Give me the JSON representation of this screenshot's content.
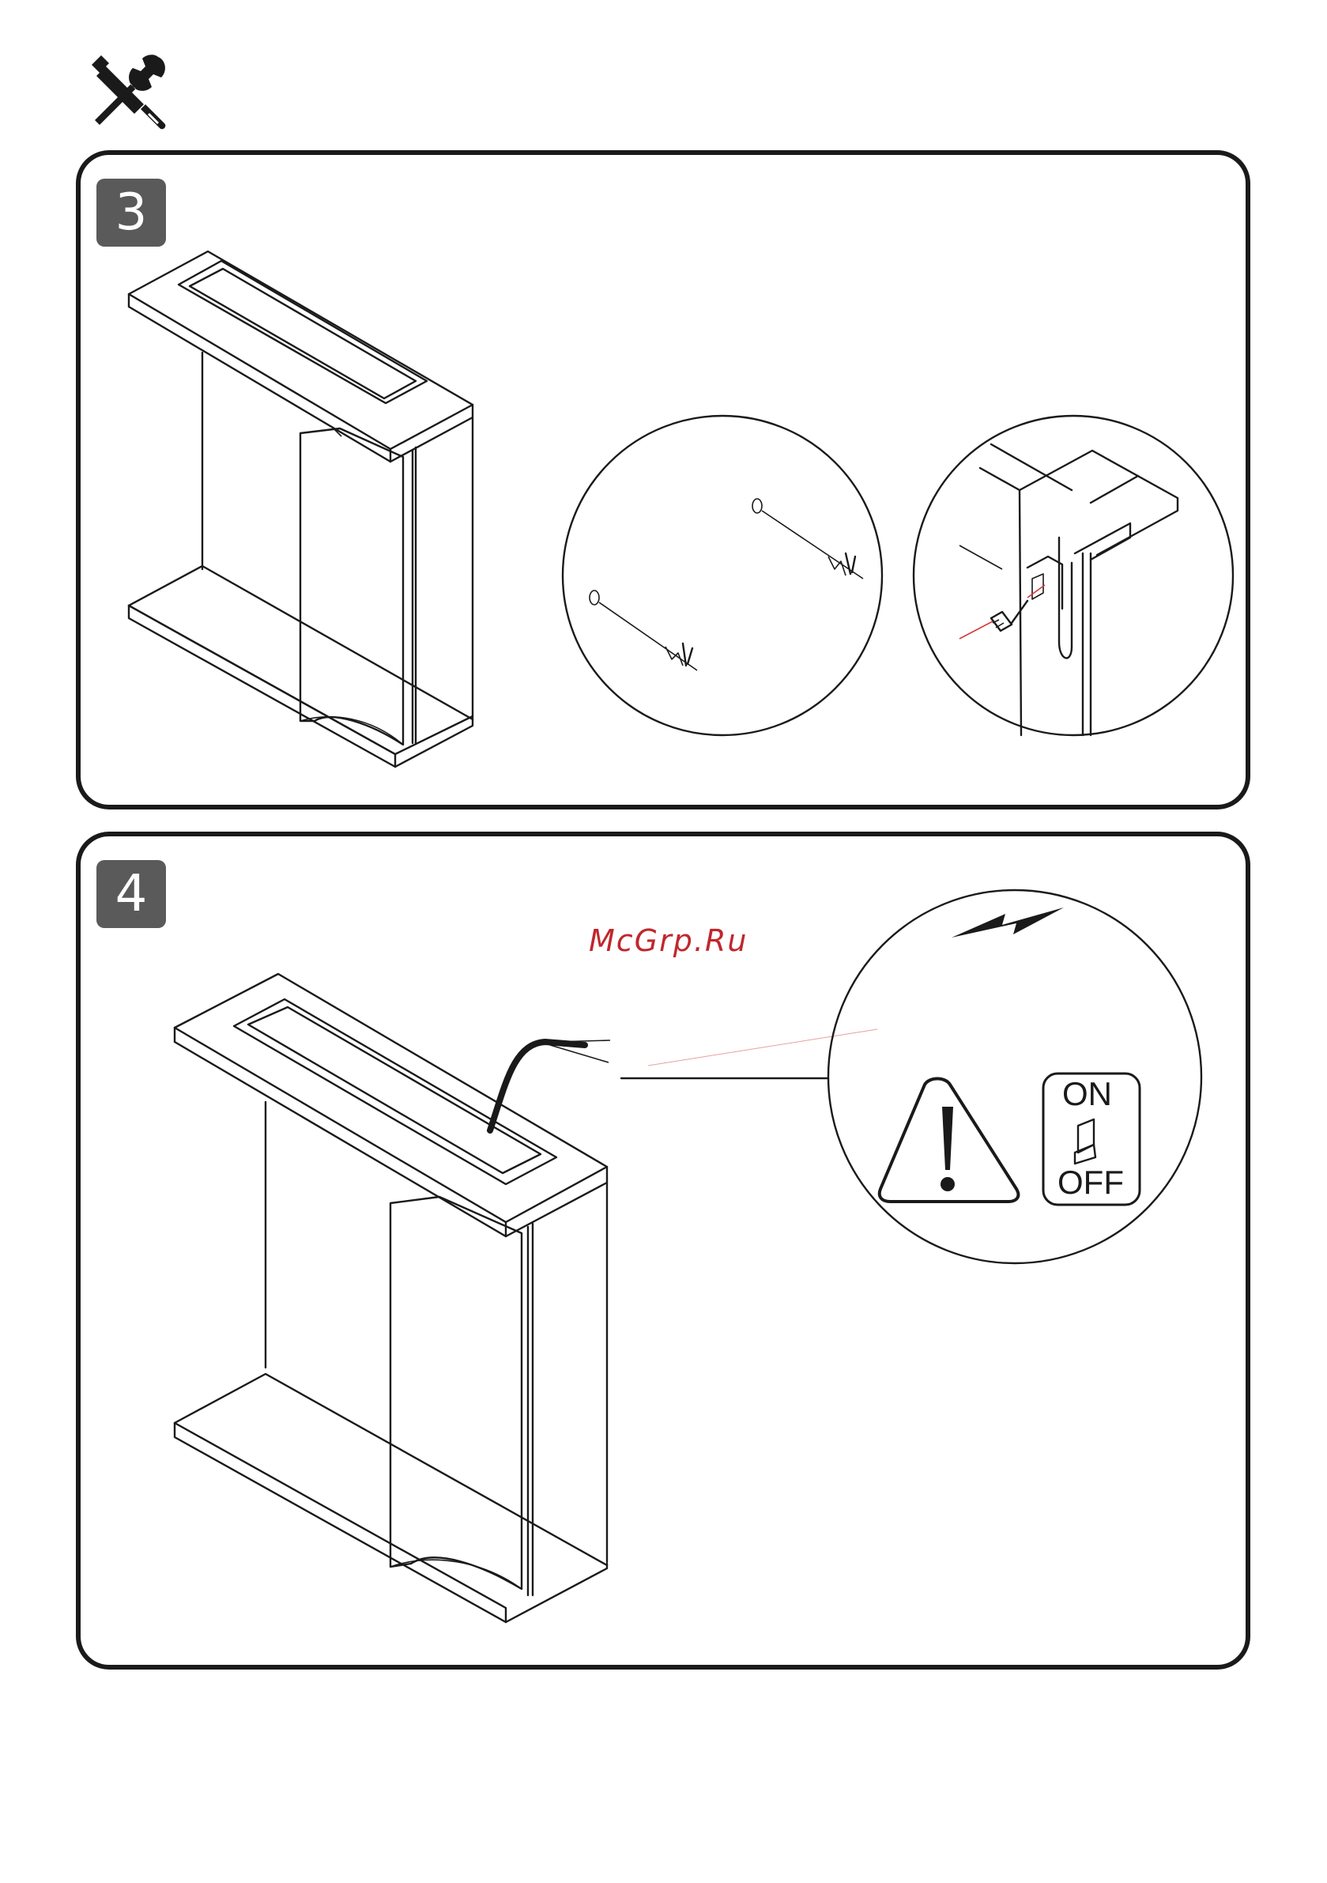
{
  "header": {
    "icon": "tools-icon"
  },
  "steps": [
    {
      "number": "3"
    },
    {
      "number": "4"
    }
  ],
  "watermark": {
    "text": "McGrp.Ru",
    "color": "#c0272d"
  },
  "switch": {
    "on_label": "ON",
    "off_label": "OFF"
  },
  "icons": [
    "tools-icon",
    "warning-icon",
    "lightning-icon",
    "switch-icon",
    "screw-icon",
    "hook-icon"
  ],
  "colors": {
    "badge": "#5a5a5a",
    "accent_line": "#d63a3a",
    "ink": "#1a1a1a"
  }
}
